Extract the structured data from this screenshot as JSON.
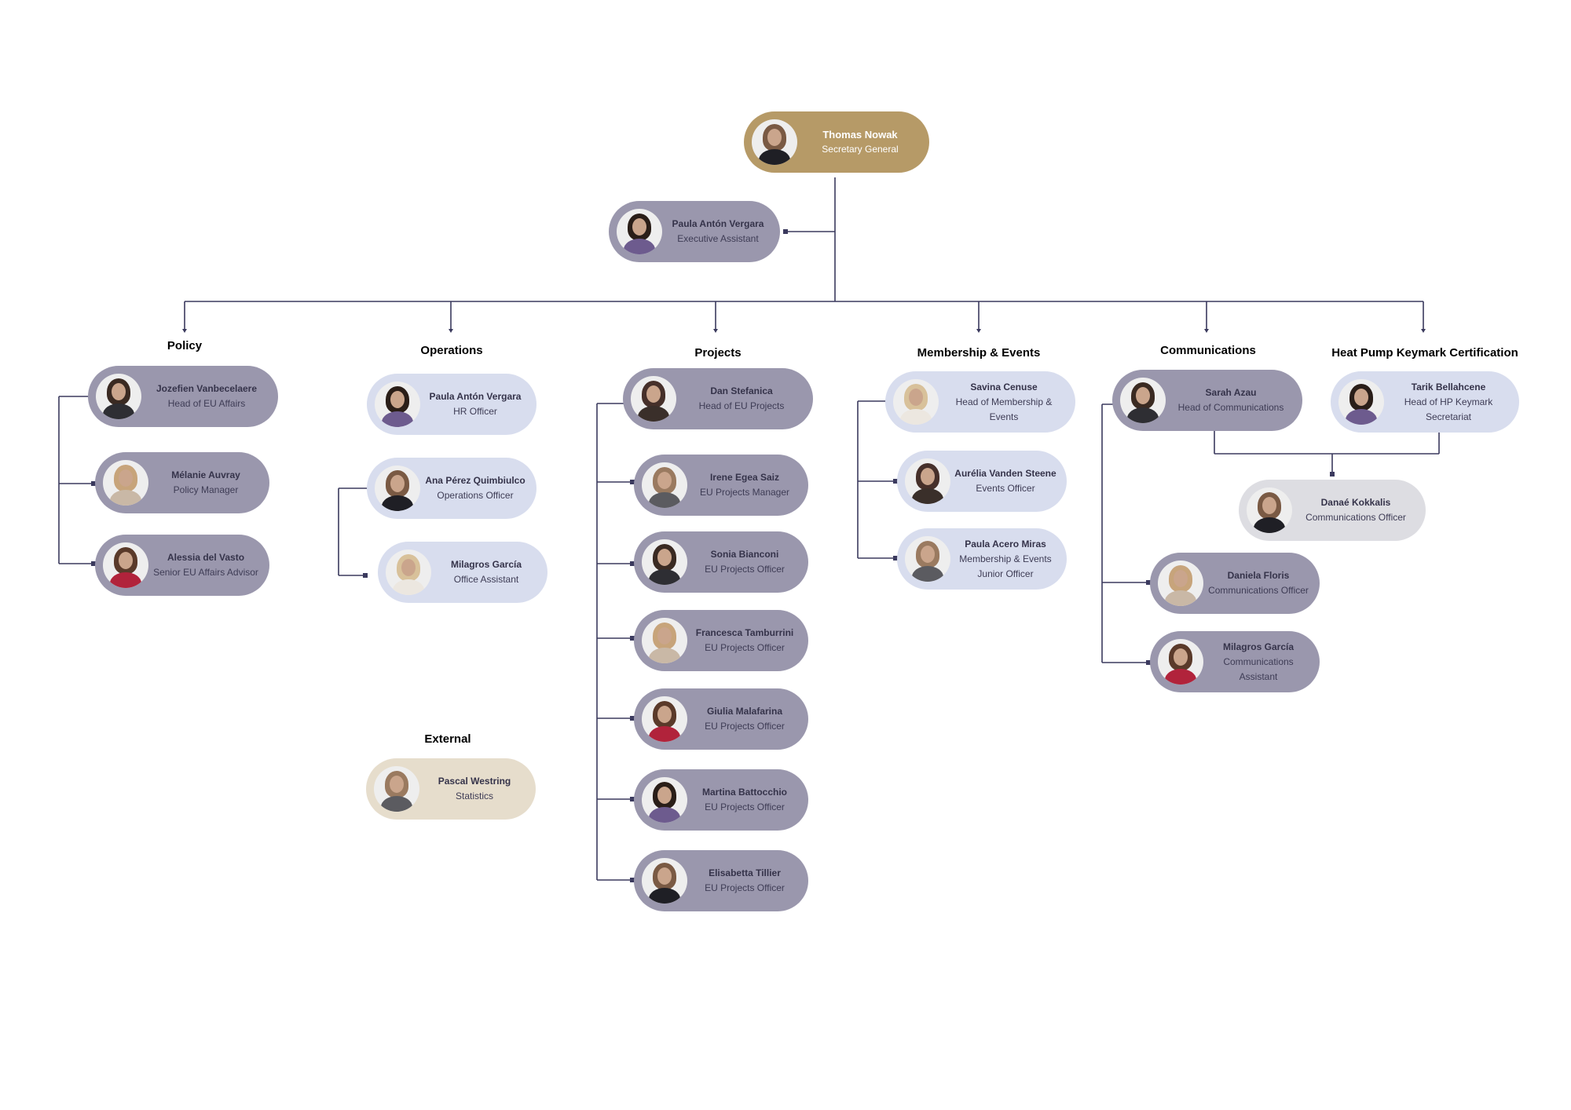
{
  "colors": {
    "line": "#3b3a5e",
    "card_purple": "#9a97ad",
    "card_light": "#d8ddee",
    "card_grey": "#dddde2",
    "card_beige": "#e6ddcc",
    "card_gold": "#b69a67"
  },
  "top": {
    "name": "Thomas Nowak",
    "role": "Secretary General"
  },
  "assistant": {
    "name": "Paula Antón Vergara",
    "role": "Executive Assistant"
  },
  "departments": [
    {
      "heading": "Policy",
      "members": [
        {
          "name": "Jozefien Vanbecelaere",
          "role": "Head of EU Affairs"
        },
        {
          "name": "Mélanie Auvray",
          "role": "Policy Manager"
        },
        {
          "name": "Alessia del Vasto",
          "role": "Senior EU Affairs Advisor"
        }
      ]
    },
    {
      "heading": "Operations",
      "members": [
        {
          "name": "Paula Antón Vergara",
          "role": "HR Officer"
        },
        {
          "name": "Ana Pérez Quimbiulco",
          "role": "Operations Officer"
        },
        {
          "name": "Milagros García",
          "role": "Office Assistant"
        }
      ]
    },
    {
      "heading": "Projects",
      "members": [
        {
          "name": "Dan Stefanica",
          "role": "Head of EU Projects"
        },
        {
          "name": "Irene Egea Saiz",
          "role": "EU Projects Manager"
        },
        {
          "name": "Sonia Bianconi",
          "role": "EU Projects Officer"
        },
        {
          "name": "Francesca Tamburrini",
          "role": "EU Projects Officer"
        },
        {
          "name": "Giulia Malafarina",
          "role": "EU Projects Officer"
        },
        {
          "name": "Martina Battocchio",
          "role": "EU Projects Officer"
        },
        {
          "name": "Elisabetta Tillier",
          "role": "EU Projects Officer"
        }
      ]
    },
    {
      "heading": "Membership & Events",
      "members": [
        {
          "name": "Savina Cenuse",
          "role": "Head of Membership & Events"
        },
        {
          "name": "Aurélia Vanden Steene",
          "role": "Events Officer"
        },
        {
          "name": "Paula Acero Miras",
          "role": "Membership & Events Junior Officer"
        }
      ]
    },
    {
      "heading": "Communications",
      "members": [
        {
          "name": "Sarah Azau",
          "role": "Head of Communications"
        },
        {
          "name": "Daniela Floris",
          "role": "Communications Officer"
        },
        {
          "name": "Milagros García",
          "role": "Communications Assistant"
        }
      ]
    },
    {
      "heading": "Heat Pump Keymark Certification",
      "members": [
        {
          "name": "Tarik Bellahcene",
          "role": "Head of HP Keymark Secretariat"
        }
      ]
    }
  ],
  "shared": {
    "name": "Danaé Kokkalis",
    "role": "Communications Officer"
  },
  "external": {
    "heading": "External",
    "members": [
      {
        "name": "Pascal Westring",
        "role": "Statistics"
      }
    ]
  }
}
